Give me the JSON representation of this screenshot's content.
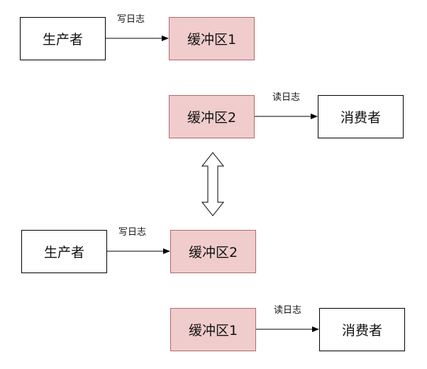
{
  "top": {
    "producer": "生产者",
    "write_label": "写日志",
    "buffer_write": "缓冲区1",
    "buffer_read": "缓冲区2",
    "read_label": "读日志",
    "consumer": "消费者"
  },
  "bottom": {
    "producer": "生产者",
    "write_label": "写日志",
    "buffer_write": "缓冲区2",
    "buffer_read": "缓冲区1",
    "read_label": "读日志",
    "consumer": "消费者"
  },
  "colors": {
    "buffer_fill": "#f0cccc",
    "buffer_border": "#b26a6a",
    "node_fill": "#ffffff",
    "line": "#000000"
  }
}
